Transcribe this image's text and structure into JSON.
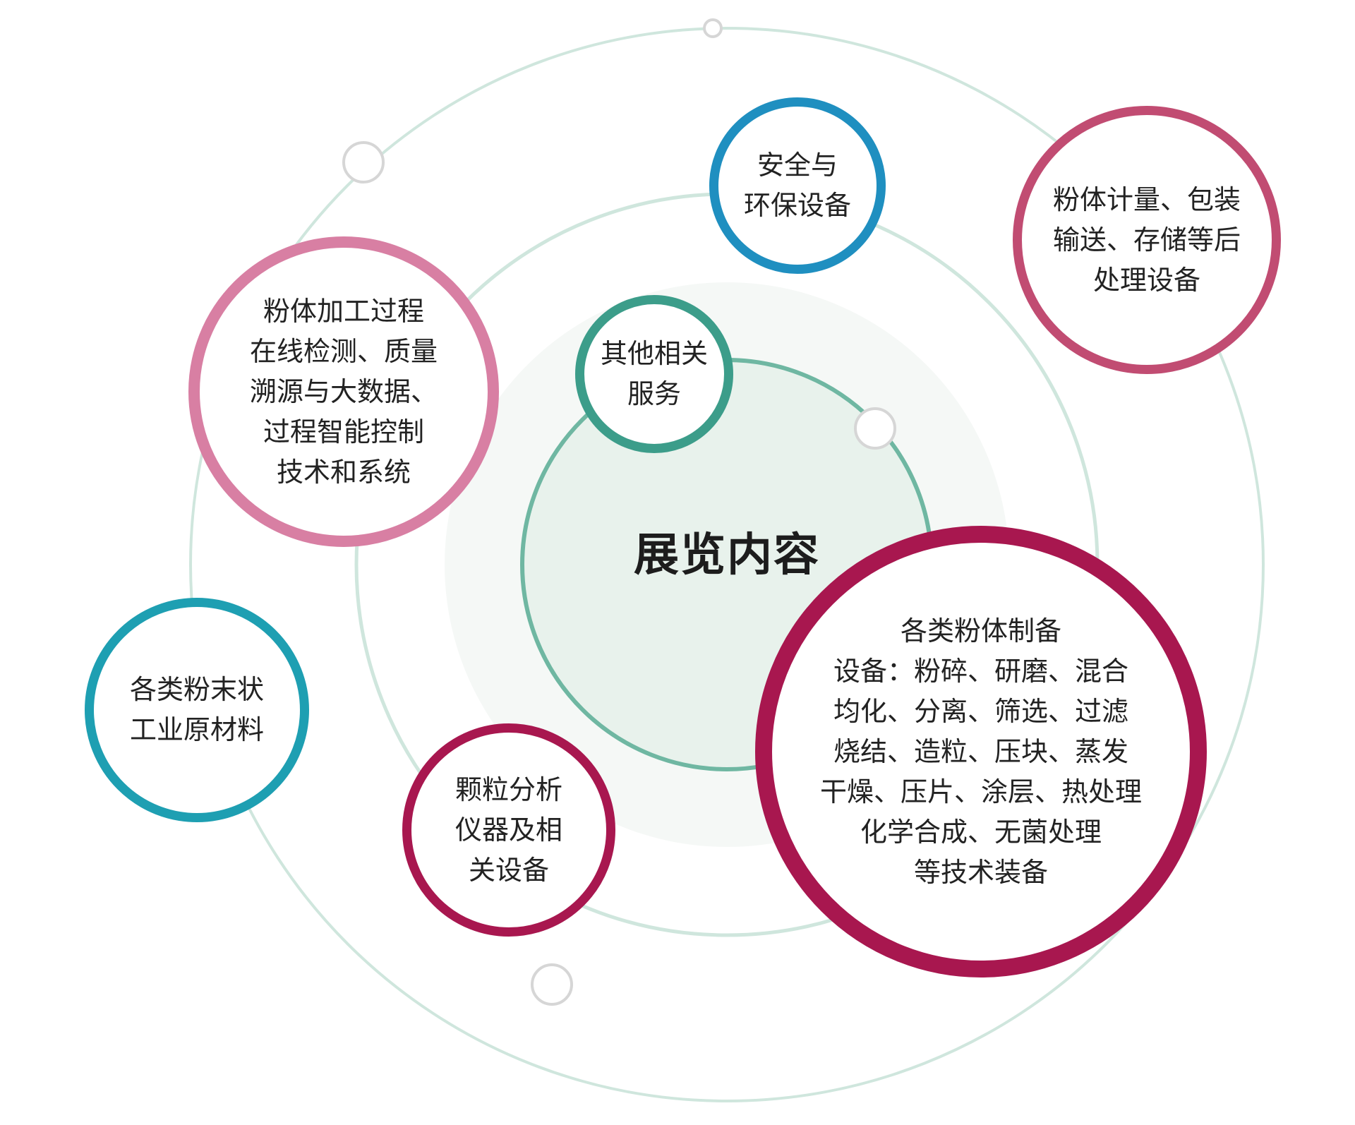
{
  "center": {
    "title": "展览内容"
  },
  "colors": {
    "orbit": "#cfe6dd",
    "inner_ring": "#6fb7a2",
    "teal": "#3c9d8a",
    "blue": "#1f8fc0",
    "cyan": "#1e9fb2",
    "pink": "#d87fa3",
    "rose": "#c14c72",
    "crimson": "#a8174f",
    "text": "#222222"
  },
  "bubbles": {
    "other_services": {
      "lines": [
        "其他相关",
        "服务"
      ],
      "color": "teal",
      "icon": ""
    },
    "safety_env": {
      "lines": [
        "安全与",
        "环保设备"
      ],
      "color": "blue"
    },
    "post_processing": {
      "lines": [
        "粉体计量、包装",
        "输送、存储等后",
        "处理设备"
      ],
      "color": "rose"
    },
    "process_control": {
      "lines": [
        "粉体加工过程",
        "在线检测、质量",
        "溯源与大数据、",
        "过程智能控制",
        "技术和系统"
      ],
      "color": "pink"
    },
    "raw_materials": {
      "lines": [
        "各类粉末状",
        "工业原材料"
      ],
      "color": "cyan"
    },
    "particle_analysis": {
      "lines": [
        "颗粒分析",
        "仪器及相",
        "关设备"
      ],
      "color": "crimson"
    },
    "preparation": {
      "lines": [
        "各类粉体制备",
        "设备：粉碎、研磨、混合",
        "均化、分离、筛选、过滤",
        "烧结、造粒、压块、蒸发",
        "干燥、压片、涂层、热处理",
        "化学合成、无菌处理",
        "等技术装备"
      ],
      "color": "crimson"
    }
  }
}
